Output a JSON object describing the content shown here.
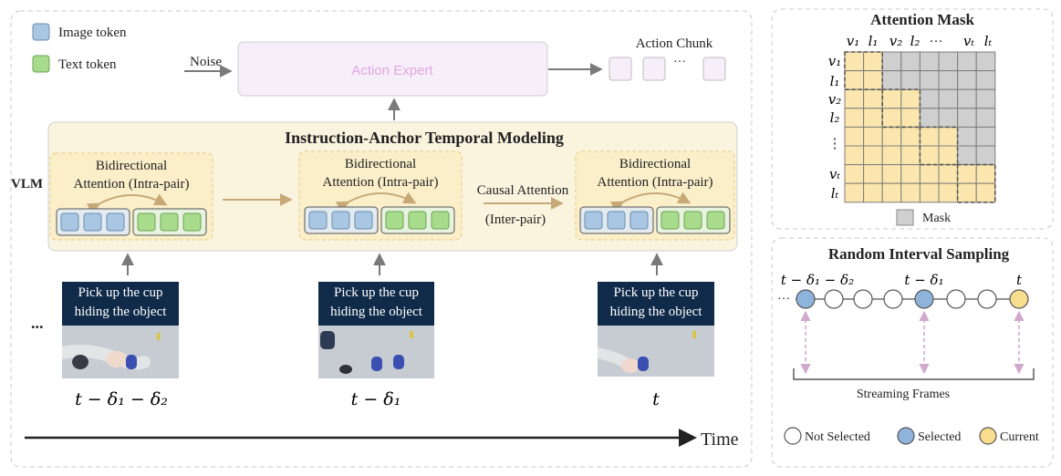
{
  "legend": {
    "image_token": "Image token",
    "text_token": "Text token"
  },
  "top": {
    "noise": "Noise",
    "action_expert": "Action Expert",
    "action_chunk": "Action Chunk",
    "ellipsis": "···"
  },
  "vlm": {
    "label": "VLM",
    "title": "Instruction-Anchor Temporal Modeling",
    "bidir_line1": "Bidirectional",
    "bidir_line2": "Attention (Intra-pair)",
    "causal_line1": "Causal Attention",
    "causal_line2": "(Inter-pair)"
  },
  "frames": [
    {
      "caption1": "Pick up the cup",
      "caption2": "hiding the object",
      "time_label": "t − δ₁ − δ₂"
    },
    {
      "caption1": "Pick up the cup",
      "caption2": "hiding the object",
      "time_label": "t − δ₁"
    },
    {
      "caption1": "Pick up the cup",
      "caption2": "hiding the object",
      "time_label": "t"
    }
  ],
  "left_ellipsis": "...",
  "time_axis": "Time",
  "mask_panel": {
    "title": "Attention Mask",
    "col_labels": [
      "v₁",
      "l₁",
      "v₂",
      "l₂",
      "···",
      "vₜ",
      "lₜ"
    ],
    "row_labels": [
      "v₁",
      "l₁",
      "v₂",
      "l₂",
      "⋮",
      "vₜ",
      "lₜ"
    ],
    "legend": "Mask"
  },
  "sampling_panel": {
    "title": "Random Interval Sampling",
    "labels": [
      "t − δ₁ − δ₂",
      "t − δ₁",
      "t"
    ],
    "ellipsis": "···",
    "streaming": "Streaming Frames",
    "legend": {
      "not_selected": "Not Selected",
      "selected": "Selected",
      "current": "Current"
    }
  },
  "colors": {
    "image_token": "#a9c6e3",
    "text_token": "#a8dc8c",
    "vlm_bg": "#faf4df",
    "action_expert_bg": "#f6eef9",
    "action_expert_text": "#e2a6e2",
    "mask_yellow": "#fbe7ad",
    "mask_gray": "#cfcfcf",
    "node_selected": "#8fb4dc",
    "node_current": "#f9dd8f"
  }
}
